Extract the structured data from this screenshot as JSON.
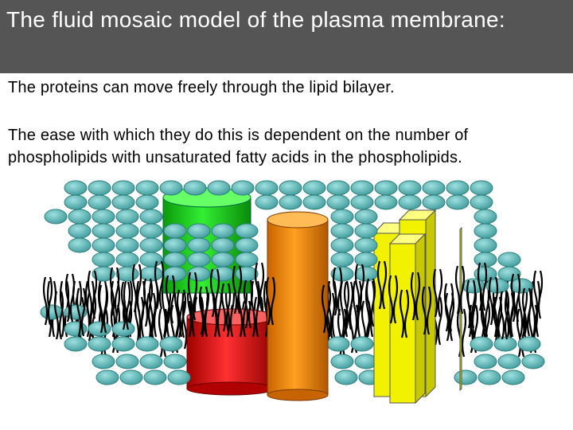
{
  "slide": {
    "title": "The fluid mosaic model of the plasma membrane:",
    "paragraphs": [
      "The proteins can move freely through the lipid bilayer.",
      "The ease with which they do this is dependent on the number of phospholipids with unsaturated fatty acids in the phospholipids."
    ]
  },
  "diagram": {
    "colors": {
      "phospholipid_head": "#5fb8b8",
      "phospholipid_head_edge": "#2f7f7f",
      "fatty_acid_tail": "#000000",
      "protein_green": "#22dd22",
      "protein_orange": "#f08a00",
      "protein_red": "#e01010",
      "protein_yellow": "#f2f200"
    },
    "icons": [
      "lipid-bilayer-illustration",
      "cylinder-protein",
      "box-protein"
    ]
  }
}
